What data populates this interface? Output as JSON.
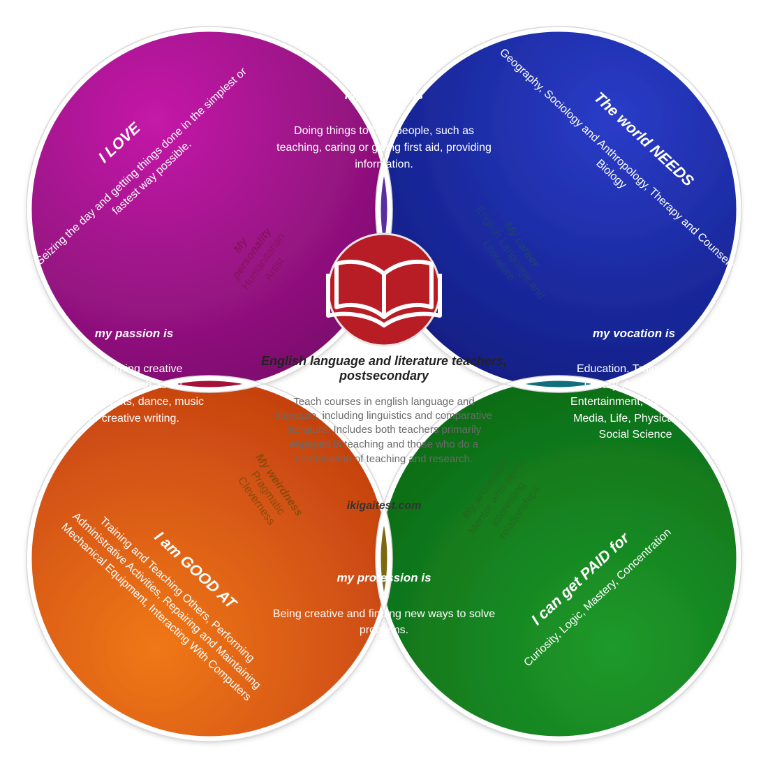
{
  "colors": {
    "love": "#a0128c",
    "needs": "#1a2ba6",
    "good": "#e06010",
    "paid": "#178a1f",
    "mission": "#5b2ea0",
    "passion": "#a4123a",
    "vocation": "#0f6f7a",
    "profession": "#7d6a10",
    "personality": "#f49bcd",
    "career": "#9ecbf5",
    "weirdness": "#f9c96c",
    "archetype": "#9fcf98",
    "book_circle": "#b81d25"
  },
  "icon": "open-book-icon",
  "love": {
    "title": "I LOVE",
    "text": [
      "Seizing the day and getting things done in the simplest or",
      "fastest way possible."
    ]
  },
  "needs": {
    "title": "The world NEEDS",
    "text": [
      "Geography, Sociology and Anthropology, Therapy and Counseling,",
      "Biology"
    ]
  },
  "good": {
    "title": "I am GOOD AT",
    "text": [
      "Training and Teaching Others, Performing",
      "Administrative Activities, Repairing and Maintaining",
      "Mechanical Equipment, Interacting With Computers"
    ]
  },
  "paid": {
    "title": "I can get PAID for",
    "text": [
      "Curiosity, Logic, Mastery, Concentration"
    ]
  },
  "mission": {
    "title": "my mission is",
    "text": [
      "Doing things to help people, such as",
      "teaching, caring or giving first aid, providing",
      "information."
    ]
  },
  "passion": {
    "title": "my passion is",
    "text": [
      "Performing creative",
      "activities such as art,",
      "theater, crafts, dance, music",
      "or creative writing."
    ]
  },
  "vocation": {
    "title": "my vocation is",
    "text": [
      "Education, Training and",
      "Library, Arts, Design,",
      "Entertainment, Sports and",
      "Media, Life, Physical and",
      "Social Science"
    ]
  },
  "profession": {
    "title": "my profession is",
    "text": [
      "Being creative and finding new ways to solve",
      "problems."
    ]
  },
  "personality": {
    "title": "My personality",
    "title_lines": [
      "My",
      "personality"
    ],
    "text": [
      "Humanitarian",
      "Artist"
    ]
  },
  "career": {
    "title": "My career",
    "text": [
      "English Language and",
      "Literature"
    ]
  },
  "weirdness": {
    "title": "My weirdness",
    "text": [
      "Pragmatic",
      "Cleverness"
    ]
  },
  "archetype": {
    "title": "My archetype",
    "text": [
      "Mentor who seeks",
      "interesting",
      "relationships"
    ]
  },
  "center": {
    "title_lines": [
      "English language and literature teachers,",
      "postsecondary"
    ],
    "description": [
      "Teach courses in english language and",
      "literature, including linguistics and comparative",
      "literature. Includes both teachers primarily",
      "engaged in teaching and those who do a",
      "combination of teaching and research."
    ],
    "site": "ikigaitest.com"
  }
}
